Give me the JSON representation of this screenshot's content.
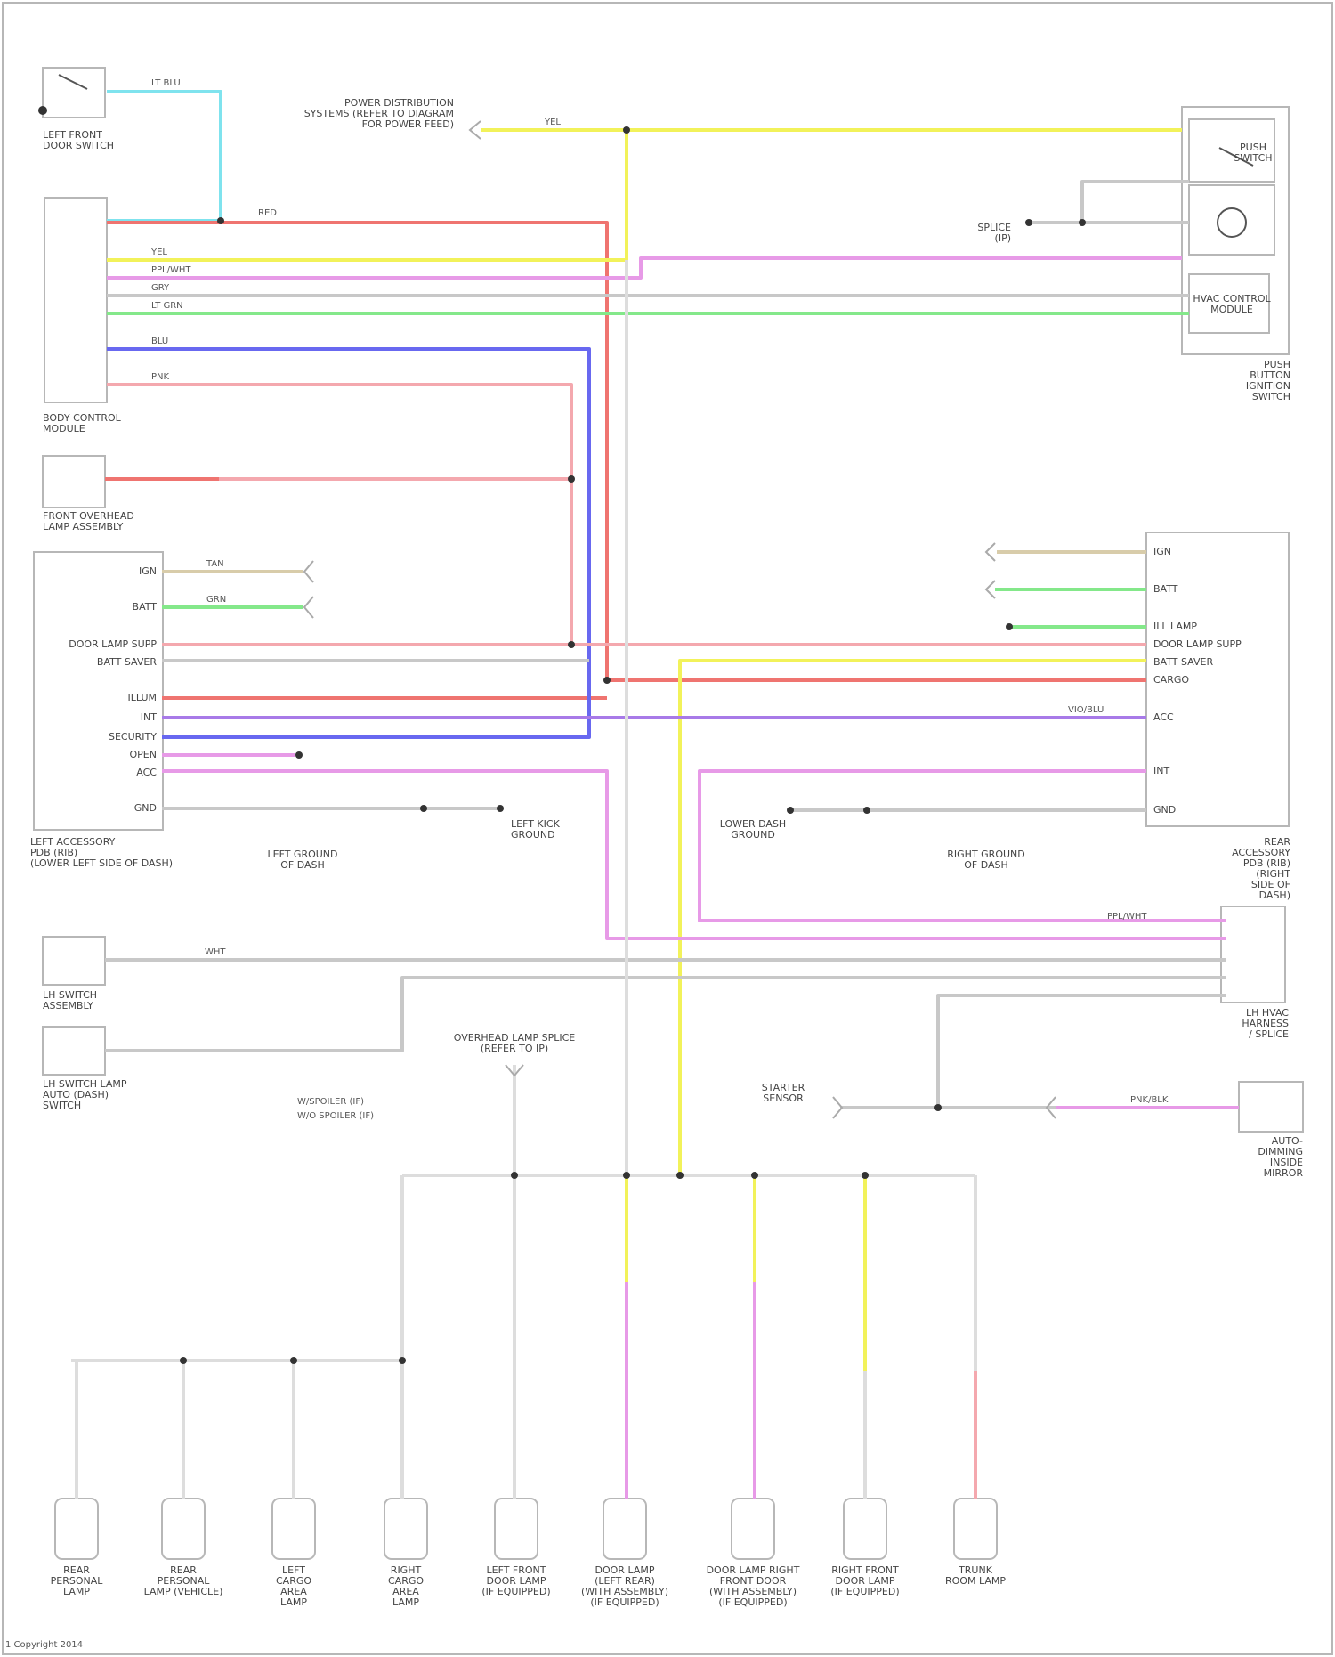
{
  "colors": {
    "lt_blu": "#7fe3ee",
    "red": "#ef7470",
    "yel": "#f2f25a",
    "ppl_wht": "#e79ae7",
    "grn": "#84e88a",
    "blu": "#6868f0",
    "pnk": "#f4a8ae",
    "gry": "#c8c8c8",
    "tan": "#d8ccaa",
    "wht": "#dddddd",
    "vio": "#a87ae8",
    "frame": "#b7b7b7"
  },
  "components": {
    "left_front_door_switch": "LEFT FRONT\nDOOR SWITCH",
    "bcm": "BODY CONTROL\nMODULE",
    "front_overhead_lamp": "FRONT OVERHEAD\nLAMP ASSEMBLY",
    "left_accessory_pdb": "LEFT ACCESSORY\nPDB (RIB)\n(LOWER LEFT SIDE OF DASH)",
    "rear_accessory_pdb": "REAR ACCESSORY\nPDB (RIB)\n(RIGHT SIDE OF DASH)",
    "push_button_ignition": "PUSH BUTTON\nIGNITION SWITCH",
    "hvac_control": "HVAC CONTROL\nMODULE",
    "lh_switch_assembly": "LH SWITCH\nASSEMBLY",
    "lh_switch_alt": "LH SWITCH LAMP\nAUTO (DASH)\nSWITCH",
    "lh_hvac_connector": "LH HVAC\nHARNESS / SPLICE",
    "auto_dimming_mirror": "AUTO-DIMMING\nINSIDE MIRROR",
    "push_switch": "PUSH\nSWITCH",
    "start_button": "START\nBUTTON",
    "backlight_splice": "OVERHEAD LAMP SPLICE\n(REFER TO IP)",
    "power_splice_top": "POWER DISTRIBUTION\nSYSTEMS (REFER TO DIAGRAM\nFOR POWER FEED)",
    "left_kick_ground": "LEFT KICK\nGROUND",
    "left_ground_dash": "LEFT GROUND\nOF DASH",
    "right_ground_dash": "RIGHT GROUND\nOF DASH",
    "lower_dash_ground": "LOWER DASH\nGROUND",
    "splice_ip": "SPLICE\n(IP)",
    "starter_sensor": "STARTER\nSENSOR"
  },
  "lamps": [
    {
      "id": "lamp1",
      "label": "REAR\nPERSONAL\nLAMP"
    },
    {
      "id": "lamp2",
      "label": "REAR\nPERSONAL\nLAMP (VEHICLE)"
    },
    {
      "id": "lamp3",
      "label": "LEFT\nCARGO\nAREA\nLAMP"
    },
    {
      "id": "lamp4",
      "label": "RIGHT\nCARGO\nAREA\nLAMP"
    },
    {
      "id": "lamp5",
      "label": "LEFT FRONT\nDOOR LAMP\n(IF EQUIPPED)"
    },
    {
      "id": "lamp6",
      "label": "DOOR LAMP\n(LEFT REAR)\n(WITH ASSEMBLY)\n(IF EQUIPPED)"
    },
    {
      "id": "lamp7",
      "label": "DOOR LAMP RIGHT\nFRONT DOOR\n(WITH ASSEMBLY)\n(IF EQUIPPED)"
    },
    {
      "id": "lamp8",
      "label": "RIGHT FRONT\nDOOR LAMP\n(IF EQUIPPED)"
    },
    {
      "id": "lamp9",
      "label": "TRUNK\nROOM LAMP"
    }
  ],
  "wires": {
    "w_ltblu": "LT BLU",
    "w_red": "RED",
    "w_yel": "YEL",
    "w_pplwht": "PPL/WHT",
    "w_gry": "GRY",
    "w_ltgrn": "LT GRN",
    "w_blu": "BLU",
    "w_pnk": "PNK",
    "w_tan": "TAN",
    "w_grn": "GRN",
    "w_wht": "WHT",
    "w_vio": "VIO/BLU",
    "w_pnkblk": "PNK/BLK"
  },
  "pins": {
    "left_pdb": [
      "IGN",
      "BATT",
      "DOOR LAMP SUPP",
      "BATT SAVER",
      "ILLUM",
      "INT",
      "SECURITY",
      "OPEN",
      "ACC",
      "GND"
    ],
    "rear_pdb": [
      "IGN",
      "BATT",
      "ILL LAMP",
      "DOOR LAMP SUPP",
      "BATT SAVER",
      "CARGO",
      "ACC",
      "INT",
      "GND"
    ]
  },
  "legend": {
    "line1": "W/SPOILER (IF)",
    "line2": "W/O SPOILER (IF)"
  },
  "footer": "1 Copyright 2014"
}
